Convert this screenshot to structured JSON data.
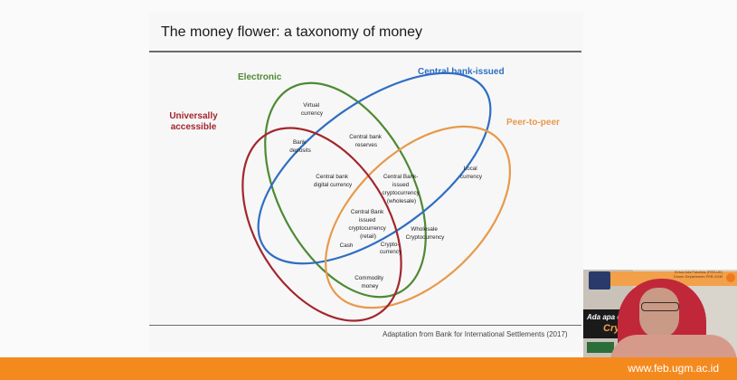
{
  "slide": {
    "title": "The money flower: a taxonomy of money",
    "caption": "Adaptation from Bank for International Settlements (2017)"
  },
  "sets": {
    "electronic": {
      "label": "Electronic",
      "color": "#4e8a34"
    },
    "central_bank": {
      "label": "Central bank-issued",
      "color": "#2f6ec3"
    },
    "peer_to_peer": {
      "label": "Peer-to-peer",
      "color": "#e79a4b"
    },
    "universally": {
      "label_line1": "Universally",
      "label_line2": "accessible",
      "color": "#a3262e"
    }
  },
  "money_types": {
    "virtual_currency": [
      "Virtual",
      "currency"
    ],
    "central_bank_reserves": [
      "Central bank",
      "reserves"
    ],
    "bank_deposits": [
      "Bank",
      "deposits"
    ],
    "local_currency": [
      "Local",
      "currency"
    ],
    "cbdc": [
      "Central bank",
      "digital currency"
    ],
    "cb_crypto_wholesale": [
      "Central Bank-",
      "issued",
      "cryptocurrency",
      "(wholesale)"
    ],
    "cb_crypto_retail": [
      "Central Bank",
      "issued",
      "cryptocurrency",
      "(retail)"
    ],
    "wholesale_crypto": [
      "Wholesale",
      "Cryptocurrency"
    ],
    "cash": [
      "Cash"
    ],
    "cryptocurrency": [
      "Crypto-",
      "currency"
    ],
    "commodity_money": [
      "Commodity",
      "money"
    ]
  },
  "webcam": {
    "ticker_line1": "Ketua Ada Fakultas (FEB-UK)",
    "ticker_line2": "Dosen Departemen FEB UGM",
    "banner_line1": "Ada apa d",
    "banner_line2": "Crypto"
  },
  "footer": {
    "url": "www.feb.ugm.ac.id",
    "color": "#f48a1e"
  }
}
